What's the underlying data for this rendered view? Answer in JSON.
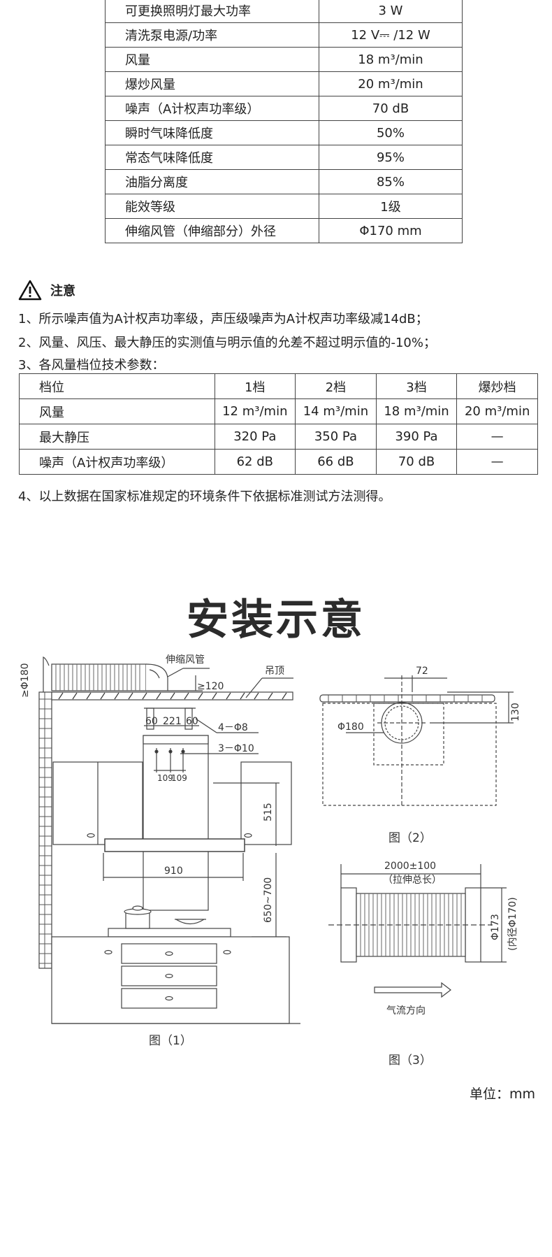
{
  "spec_rows": [
    {
      "name": "可更换照明灯最大功率",
      "value": "3 W"
    },
    {
      "name": "清洗泵电源/功率",
      "value": "12 V⎓ /12 W"
    },
    {
      "name": "风量",
      "value": "18 m³/min"
    },
    {
      "name": "爆炒风量",
      "value": "20 m³/min"
    },
    {
      "name": "噪声（A计权声功率级）",
      "value": "70 dB"
    },
    {
      "name": "瞬时气味降低度",
      "value": "50%"
    },
    {
      "name": "常态气味降低度",
      "value": "95%"
    },
    {
      "name": "油脂分离度",
      "value": "85%"
    },
    {
      "name": "能效等级",
      "value": "1级"
    },
    {
      "name": "伸缩风管（伸缩部分）外径",
      "value": "Φ170 mm"
    }
  ],
  "notice": {
    "title": "注意",
    "lines": [
      "1、所示噪声值为A计权声功率级，声压级噪声为A计权声功率级减14dB；",
      "2、风量、风压、最大静压的实测值与明示值的允差不超过明示值的-10%；",
      "3、各风量档位技术参数："
    ],
    "footer": "4、以上数据在国家标准规定的环境条件下依据标准测试方法测得。"
  },
  "level_table": {
    "header": [
      "档位",
      "1档",
      "2档",
      "3档",
      "爆炒档"
    ],
    "rows": [
      [
        "风量",
        "12 m³/min",
        "14 m³/min",
        "18 m³/min",
        "20 m³/min"
      ],
      [
        "最大静压",
        "320 Pa",
        "350 Pa",
        "390 Pa",
        "—"
      ],
      [
        "噪声（A计权声功率级）",
        "62 dB",
        "66 dB",
        "70 dB",
        "—"
      ]
    ]
  },
  "install": {
    "title": "安装示意",
    "fig1": {
      "caption": "图（1）",
      "labels": {
        "duct": "伸缩风管",
        "ceiling": "吊顶",
        "phi180_side": "≥Φ180",
        "ge120": "≥120",
        "d60a": "60",
        "d221": "221",
        "d60b": "60",
        "holes8": "4－Φ8",
        "holes10": "3－Φ10",
        "d109a": "109",
        "d109b": "109",
        "d515": "515",
        "d910": "910",
        "d650_700": "650~700"
      }
    },
    "fig2": {
      "caption": "图（2）",
      "labels": {
        "d72": "72",
        "phi180": "Φ180",
        "d130": "130"
      }
    },
    "fig3": {
      "caption": "图（3）",
      "labels": {
        "length": "2000±100",
        "length_note": "（拉伸总长）",
        "phi173": "Φ173",
        "inner": "(内径Φ170)",
        "airflow": "气流方向"
      }
    },
    "unit": "单位：mm"
  }
}
